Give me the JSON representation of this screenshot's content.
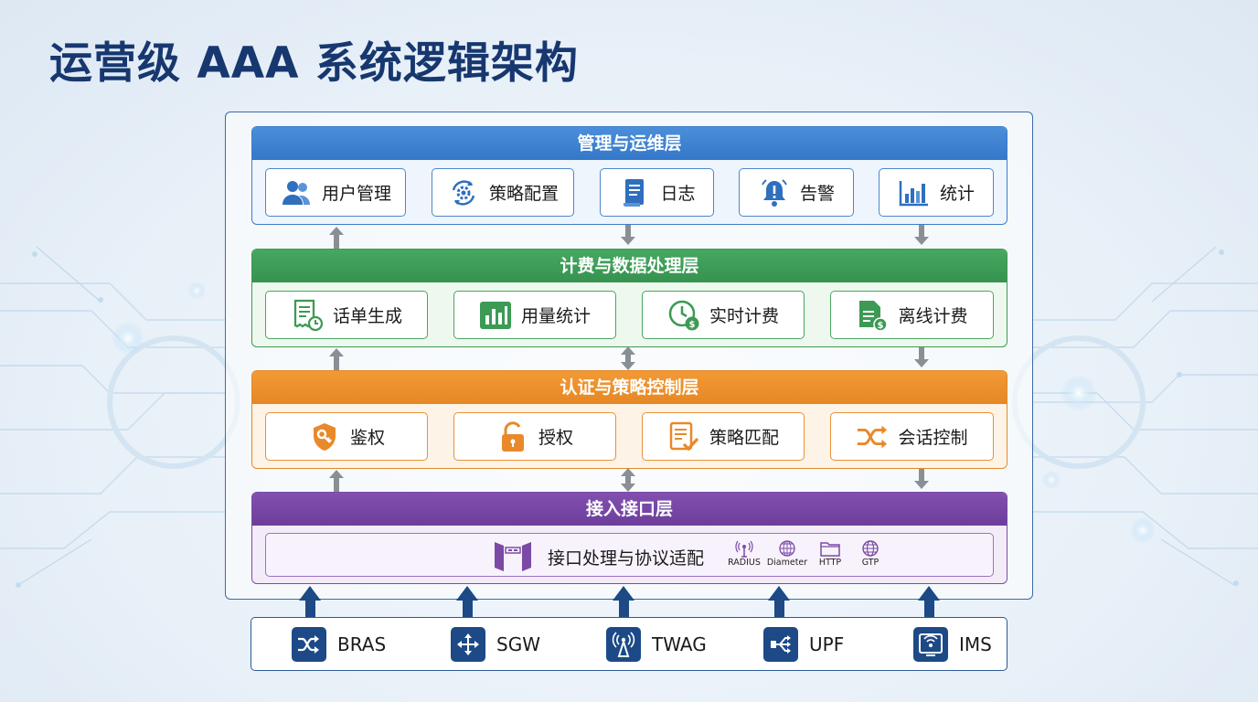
{
  "title": "运营级 AAA 系统逻辑架构",
  "colors": {
    "title": "#17376f",
    "mgmt": "#3e7dc9",
    "billing": "#3c9a54",
    "auth": "#e08a2a",
    "access": "#7a4aa6",
    "network": "#1d4a86"
  },
  "layers": {
    "mgmt": {
      "title": "管理与运维层",
      "items": [
        {
          "label": "用户管理",
          "icon": "users-icon"
        },
        {
          "label": "策略配置",
          "icon": "gear-sync-icon"
        },
        {
          "label": "日志",
          "icon": "scroll-log-icon"
        },
        {
          "label": "告警",
          "icon": "bell-alert-icon"
        },
        {
          "label": "统计",
          "icon": "bar-chart-icon"
        }
      ]
    },
    "billing": {
      "title": "计费与数据处理层",
      "items": [
        {
          "label": "话单生成",
          "icon": "receipt-clock-icon"
        },
        {
          "label": "用量统计",
          "icon": "usage-chart-icon"
        },
        {
          "label": "实时计费",
          "icon": "clock-dollar-icon"
        },
        {
          "label": "离线计费",
          "icon": "document-dollar-icon"
        }
      ]
    },
    "auth": {
      "title": "认证与策略控制层",
      "items": [
        {
          "label": "鉴权",
          "icon": "shield-key-icon"
        },
        {
          "label": "授权",
          "icon": "unlock-icon"
        },
        {
          "label": "策略匹配",
          "icon": "checklist-icon"
        },
        {
          "label": "会话控制",
          "icon": "shuffle-icon"
        }
      ]
    },
    "access": {
      "title": "接入接口层",
      "label": "接口处理与协议适配",
      "protocols": [
        {
          "label": "RADIUS",
          "icon": "antenna-icon"
        },
        {
          "label": "Diameter",
          "icon": "globe-mesh-icon"
        },
        {
          "label": "HTTP",
          "icon": "folder-icon"
        },
        {
          "label": "GTP",
          "icon": "globe-icon"
        }
      ]
    }
  },
  "network_elements": [
    {
      "label": "BRAS",
      "icon": "shuffle-icon"
    },
    {
      "label": "SGW",
      "icon": "move-arrows-icon"
    },
    {
      "label": "TWAG",
      "icon": "broadcast-tower-icon"
    },
    {
      "label": "UPF",
      "icon": "split-flow-icon"
    },
    {
      "label": "IMS",
      "icon": "wireless-screen-icon"
    }
  ]
}
